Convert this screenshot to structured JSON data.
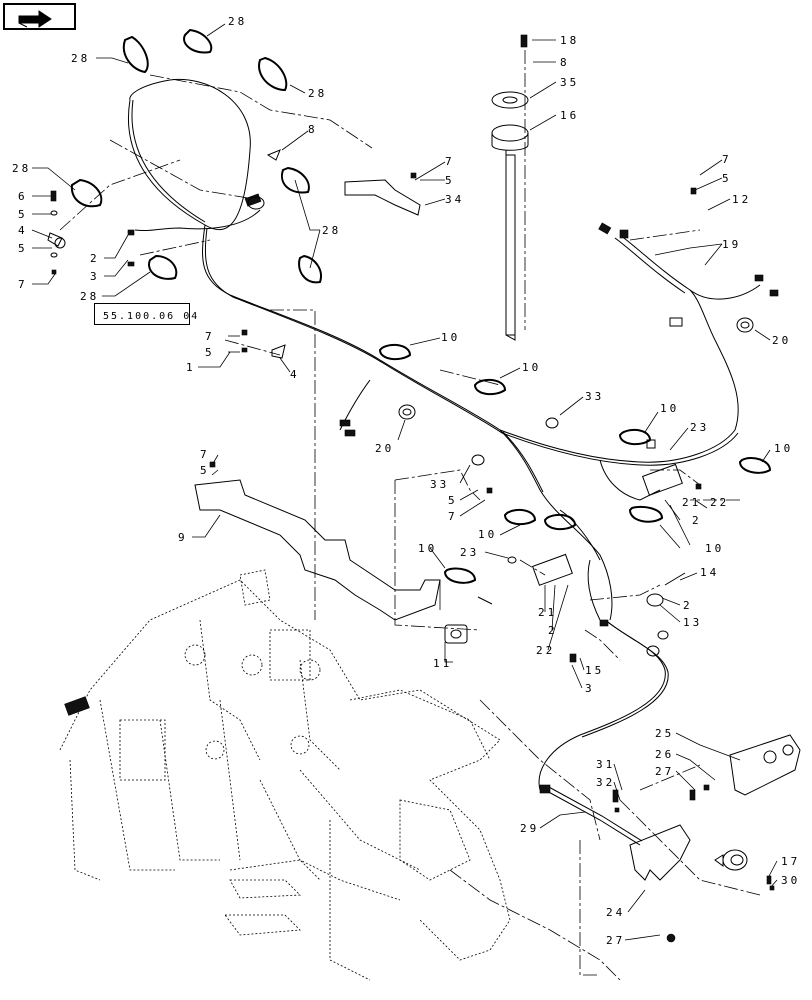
{
  "nav_icon": "page-back-arrow-icon",
  "reference_box": "55.100.06 04",
  "callouts": {
    "c28a": "28",
    "c28b": "28",
    "c28c": "28",
    "c28d": "28",
    "c28e": "28",
    "c28f": "28",
    "c8a": "8",
    "c6": "6",
    "c5a": "5",
    "c4a": "4",
    "c5b": "5",
    "c7a": "7",
    "c2a": "2",
    "c3a": "3",
    "c7b": "7",
    "c5c": "5",
    "c34": "34",
    "c18": "18",
    "c8b": "8",
    "c35": "35",
    "c16": "16",
    "c7c": "7",
    "c5d": "5",
    "c12": "12",
    "c19": "19",
    "c20a": "20",
    "c1": "1",
    "c7d": "7",
    "c5e": "5",
    "c4b": "4",
    "c10a": "10",
    "c10b": "10",
    "c33a": "33",
    "c20b": "20",
    "c10c": "10",
    "c23a": "23",
    "c10d": "10",
    "c7e": "7",
    "c5f": "5",
    "c33b": "33",
    "c5g": "5",
    "c7f": "7",
    "c9": "9",
    "c10e": "10",
    "c10f": "10",
    "c10g": "10",
    "c21a": "21",
    "c2b": "2",
    "c22a": "22",
    "c23b": "23",
    "c21b": "21",
    "c2c": "2",
    "c22b": "22",
    "c14": "14",
    "c2d": "2",
    "c13": "13",
    "c11": "11",
    "c15": "15",
    "c3b": "3",
    "c25": "25",
    "c26": "26",
    "c27a": "27",
    "c31": "31",
    "c32": "32",
    "c29": "29",
    "c17": "17",
    "c30": "30",
    "c24": "24",
    "c27b": "27"
  }
}
